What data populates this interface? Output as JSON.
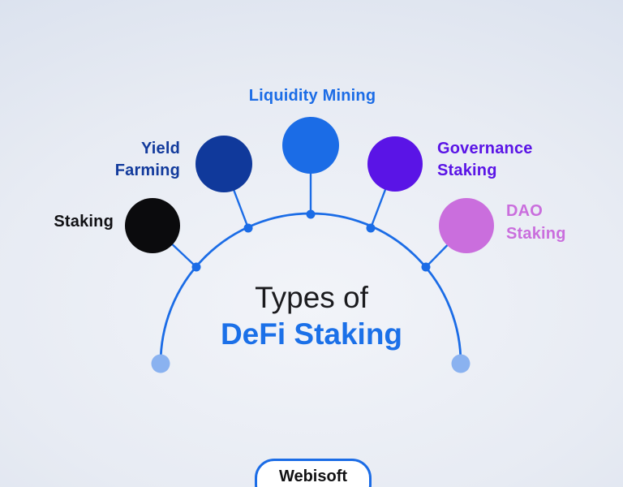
{
  "title": {
    "line1": "Types of",
    "line2": "DeFi Staking",
    "accent_color": "#1b70e8",
    "text_color": "#1b1b1e"
  },
  "nodes": [
    {
      "name": "staking",
      "line1": "Staking",
      "line2": "",
      "color": "#0b0b0d",
      "label_color": "#111114"
    },
    {
      "name": "yield-farming",
      "line1": "Yield",
      "line2": "Farming",
      "color": "#10399b",
      "label_color": "#123a9c"
    },
    {
      "name": "liquidity-mining",
      "line1": "Liquidity Mining",
      "line2": "",
      "color": "#1b6ce6",
      "label_color": "#1b6ce6"
    },
    {
      "name": "governance-staking",
      "line1": "Governance",
      "line2": "Staking",
      "color": "#5a14e6",
      "label_color": "#5a14e6"
    },
    {
      "name": "dao-staking",
      "line1": "DAO",
      "line2": "Staking",
      "color": "#ca6edd",
      "label_color": "#ca6edd"
    }
  ],
  "arc": {
    "stroke_color": "#1b6ce6",
    "endpoint_color": "#8ab2f0"
  },
  "footer": {
    "brand": "Webisoft"
  }
}
